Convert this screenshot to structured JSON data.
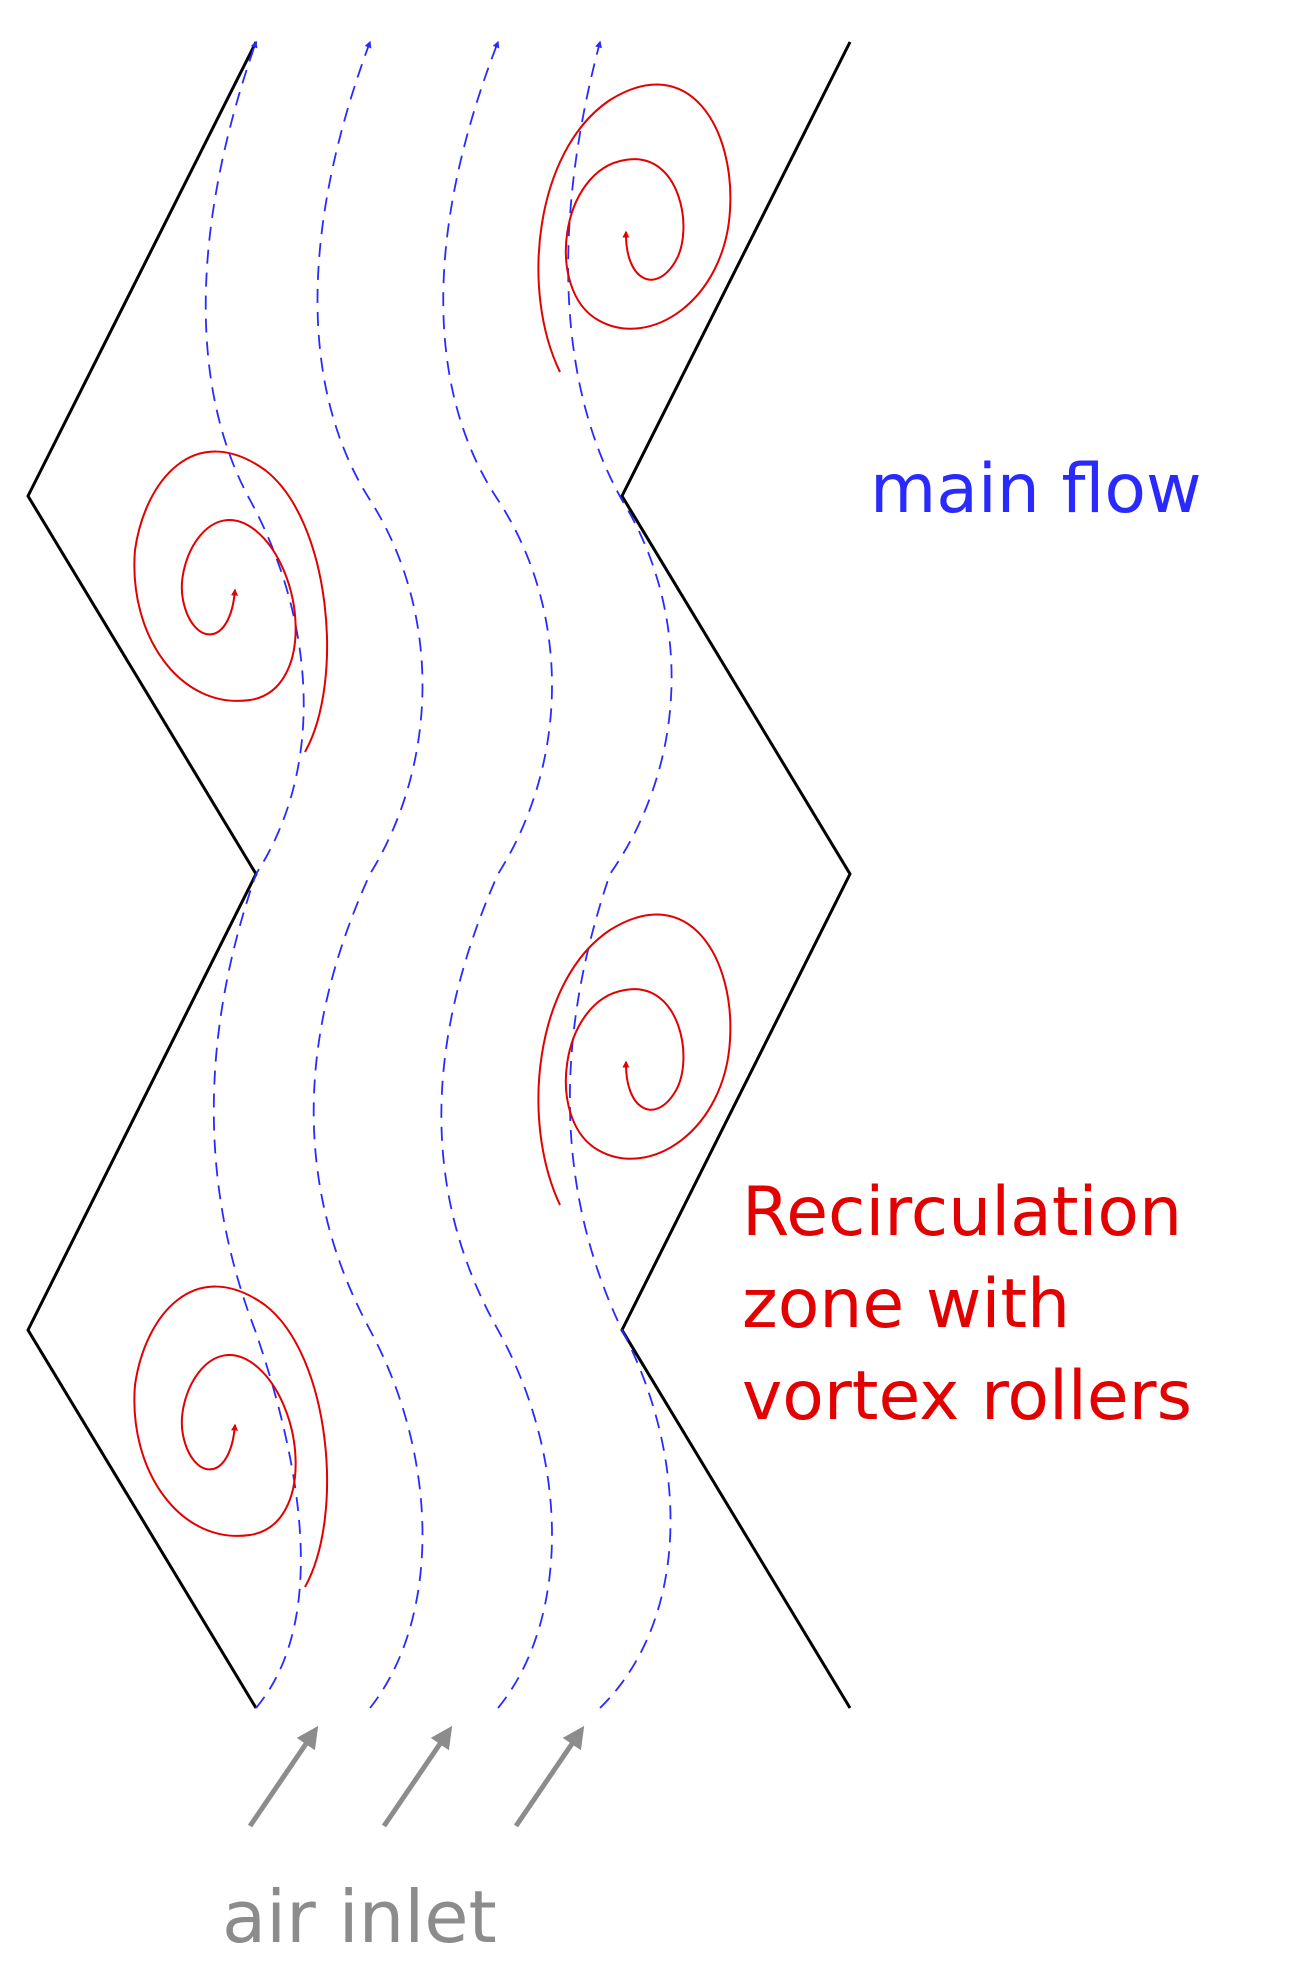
{
  "labels": {
    "main_flow": "main flow",
    "recirculation_line1": "Recirculation",
    "recirculation_line2": "zone with",
    "recirculation_line3": "vortex rollers",
    "air_inlet": "air inlet"
  },
  "colors": {
    "wall": "#000000",
    "main_flow": "#2a2aff",
    "recirculation": "#e30000",
    "air_inlet": "#8c8c8c"
  }
}
